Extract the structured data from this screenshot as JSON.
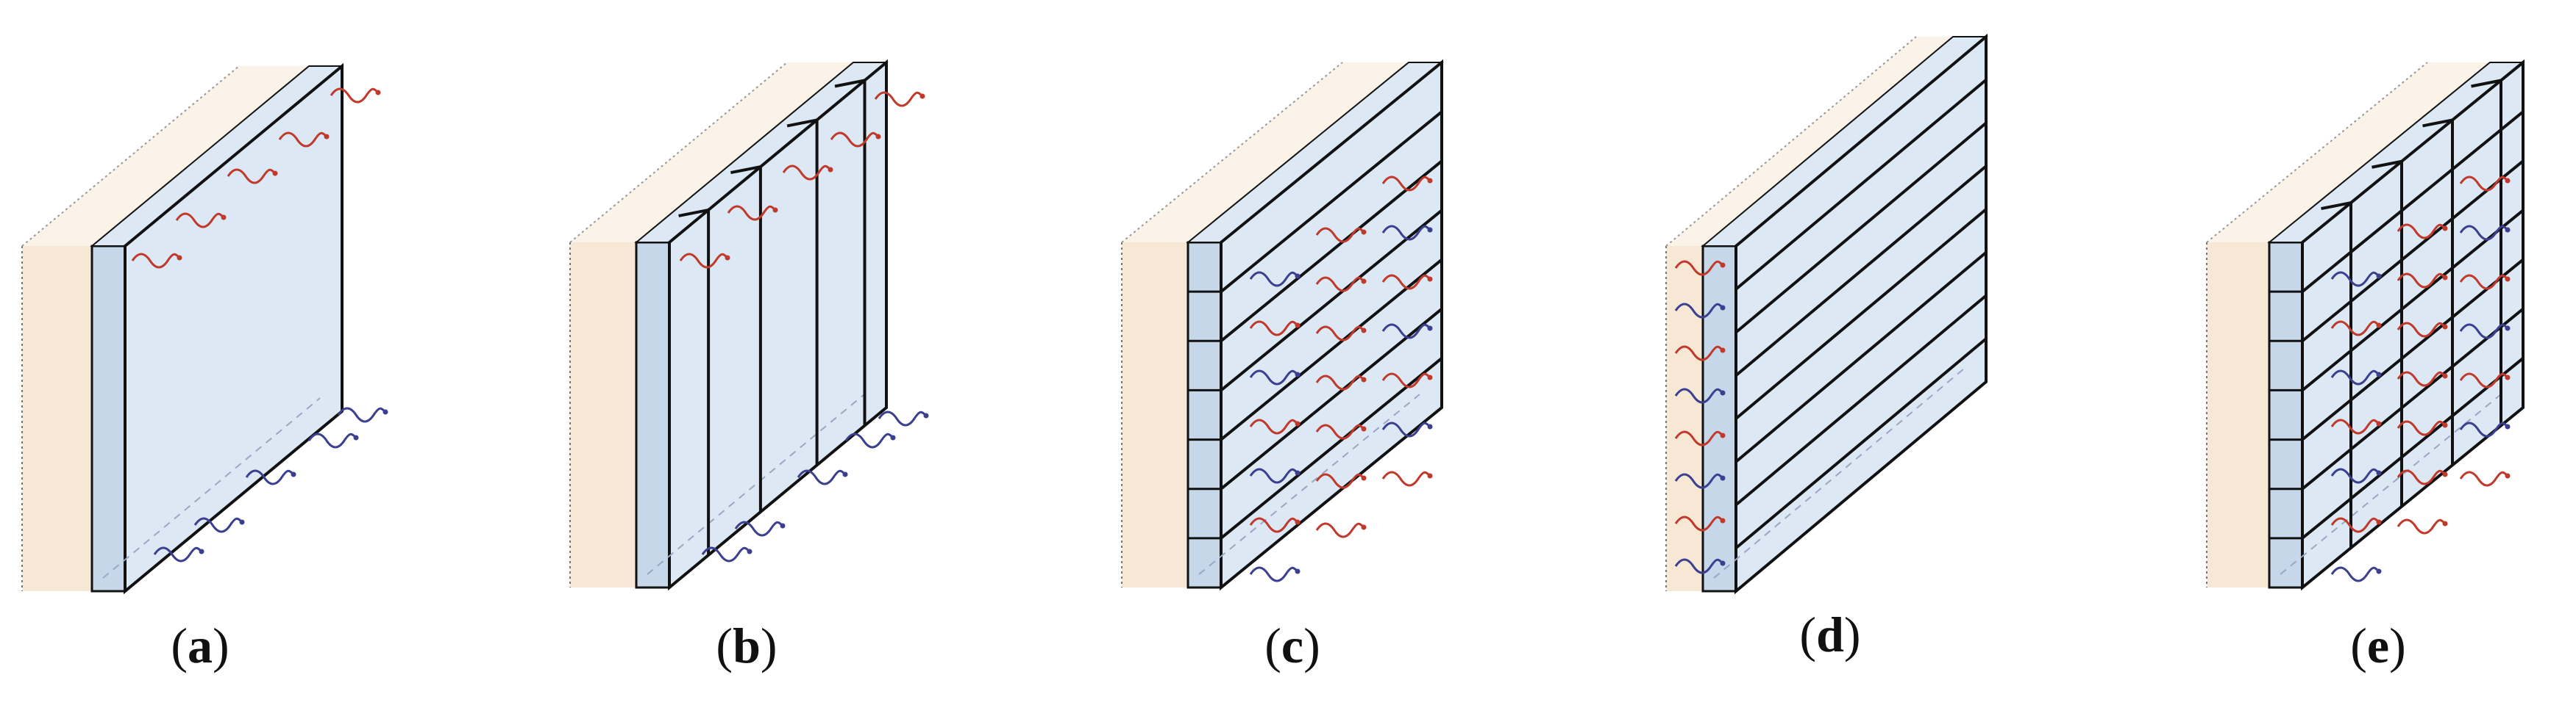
{
  "panels": [
    {
      "letter": "a",
      "open": "(",
      "close": ")",
      "config": "single-layer",
      "airflow": "vertical-single-channel"
    },
    {
      "letter": "b",
      "open": "(",
      "close": ")",
      "config": "vertical-channels",
      "airflow": "vertical-multi-channel"
    },
    {
      "letter": "c",
      "open": "(",
      "close": ")",
      "config": "horizontal-channels",
      "airflow": "horizontal-multi-channel"
    },
    {
      "letter": "d",
      "open": "(",
      "close": ")",
      "config": "horizontal-slats-front",
      "airflow": "through-wall-edge"
    },
    {
      "letter": "e",
      "open": "(",
      "close": ")",
      "config": "grid-channels",
      "airflow": "grid-multi-channel"
    }
  ],
  "colors": {
    "wall": "#f6e8d5",
    "wall_top": "#fbf3e8",
    "facade": "#dce8f4",
    "facade_side": "#c6d7ea",
    "edge": "#111111",
    "warm_air": "#c0392b",
    "cool_air": "#3b3f8f"
  }
}
